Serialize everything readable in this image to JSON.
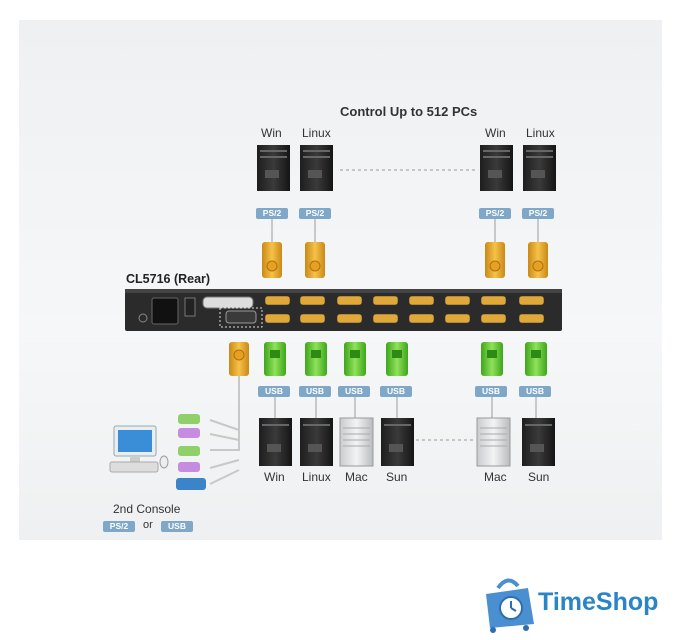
{
  "title": "Control Up to 512 PCs",
  "device": "CL5716 (Rear)",
  "top_pcs": [
    {
      "os": "Win",
      "port": "PS/2"
    },
    {
      "os": "Linux",
      "port": "PS/2"
    },
    {
      "os": "Win",
      "port": "PS/2"
    },
    {
      "os": "Linux",
      "port": "PS/2"
    }
  ],
  "bottom_pcs": [
    {
      "os": "Win",
      "port": "USB"
    },
    {
      "os": "Linux",
      "port": "USB"
    },
    {
      "os": "Mac",
      "port": "USB"
    },
    {
      "os": "Sun",
      "port": "USB"
    },
    {
      "os": "Mac",
      "port": "USB"
    },
    {
      "os": "Sun",
      "port": "USB"
    }
  ],
  "console": {
    "label": "2nd Console",
    "opt1": "PS/2",
    "or": "or",
    "opt2": "USB"
  },
  "logo": "TimeShop",
  "colors": {
    "badge": "#7fa7c8",
    "gold_connector": "#e5a92a",
    "green_connector": "#6ccf3d",
    "device_body": "#2a2a2a",
    "logo_blue": "#2a84c6"
  }
}
